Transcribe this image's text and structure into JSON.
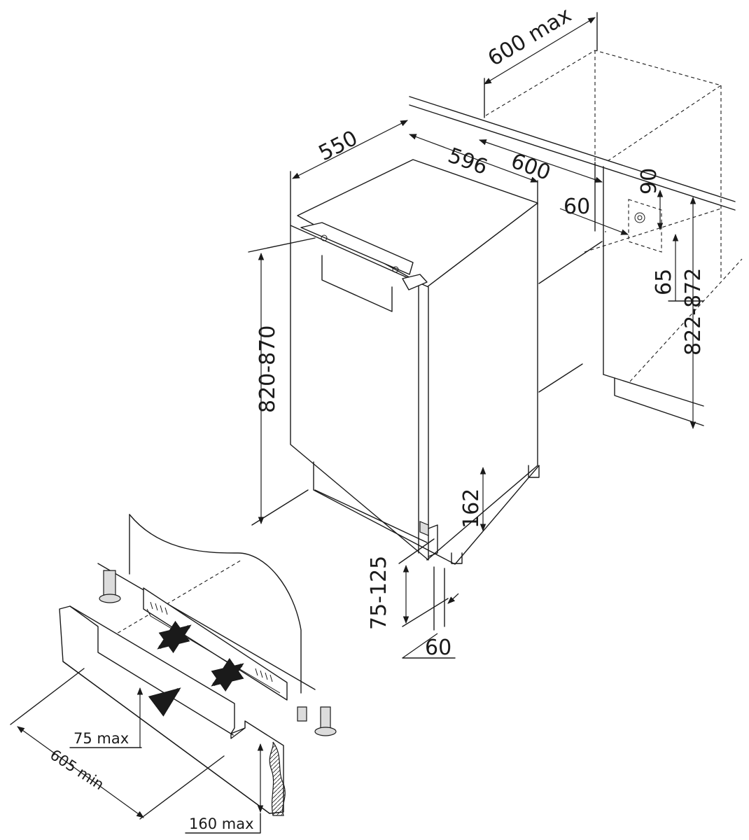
{
  "labels": {
    "cab_depth_max": "600 max",
    "app_depth": "550",
    "app_width": "596",
    "niche_width": "600",
    "vent_offset": "60",
    "outlet_top": "90",
    "outlet_side": "65",
    "niche_height": "822-872",
    "app_height": "820-870",
    "plinth_height_app": "162",
    "plinth_adjust": "75-125",
    "door_gap": "60",
    "vent_height_max": "75 max",
    "plinth_depth_min": "605 min",
    "plinth_height_max": "160 max"
  },
  "colors": {
    "line": "#1a1a1a",
    "background": "#ffffff",
    "fill_gray": "#dcdcdc"
  }
}
